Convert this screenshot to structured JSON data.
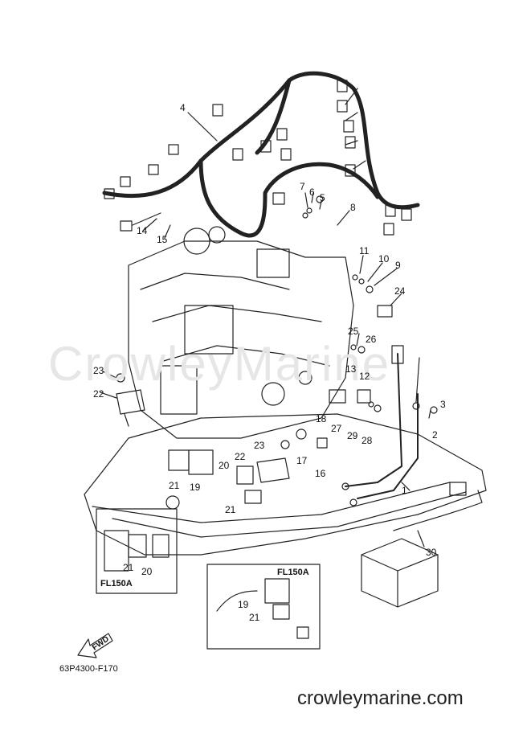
{
  "watermark": "CrowleyMarine",
  "drawing_code": "63P4300-F170",
  "website": "crowleymarine.com",
  "fwd_arrow": "FWD",
  "insets": {
    "left_model": "FL150A",
    "right_model": "FL150A"
  },
  "callouts": {
    "c1": "1",
    "c2": "2",
    "c3": "3",
    "c4": "4",
    "c5": "5",
    "c6": "6",
    "c7": "7",
    "c8": "8",
    "c9": "9",
    "c10": "10",
    "c11": "11",
    "c12": "12",
    "c13": "13",
    "c14": "14",
    "c15": "15",
    "c16": "16",
    "c17": "17",
    "c18": "18",
    "c19": "19",
    "c20": "20",
    "c21": "21",
    "c22": "22",
    "c23": "23",
    "c24": "24",
    "c25": "25",
    "c26": "26",
    "c27": "27",
    "c28": "28",
    "c29": "29",
    "c30": "30",
    "c19b": "19",
    "c20b": "20",
    "c21b": "21",
    "c21c": "21",
    "c21d": "21",
    "c22b": "22",
    "c23b": "23"
  }
}
